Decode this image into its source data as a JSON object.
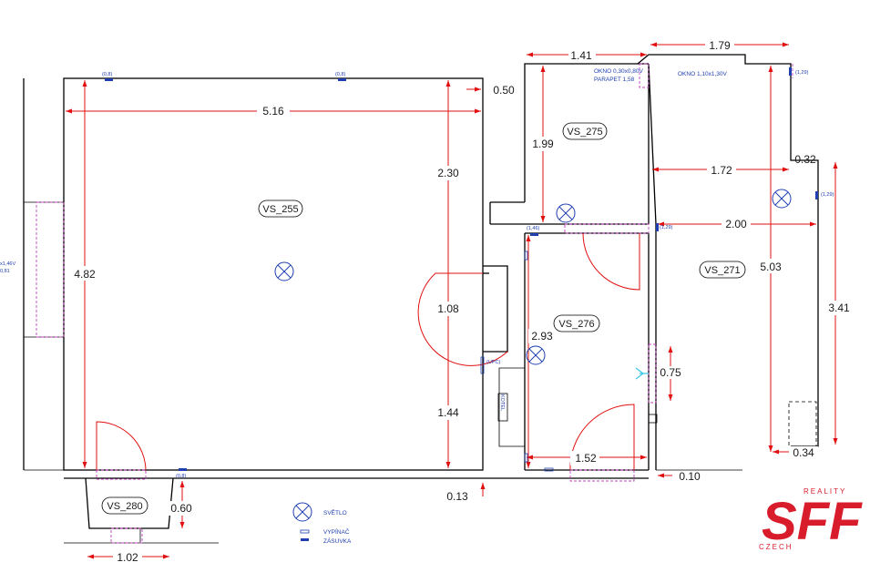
{
  "rooms": {
    "r255": "VS_255",
    "r275": "VS_275",
    "r276": "VS_276",
    "r271": "VS_271",
    "r280": "VS_280"
  },
  "dimensions": {
    "d516": "5.16",
    "d482": "4.82",
    "d230": "2.30",
    "d108": "1.08",
    "d144": "1.44",
    "d050": "0.50",
    "d141": "1.41",
    "d179": "1.79",
    "d199": "1.99",
    "d172": "1.72",
    "d032": "0.32",
    "d200": "2.00",
    "d503": "5.03",
    "d341": "3.41",
    "d293": "2.93",
    "d075": "0.75",
    "d152": "1.52",
    "d010": "0.10",
    "d034": "0.34",
    "d013": "0.13",
    "d060": "0.60",
    "d102": "1.02"
  },
  "notes": {
    "okno1": "OKNO  0,30x0,80V",
    "parapet": "PARAPET 1,58",
    "okno2": "OKNO 1,10x1,30V",
    "sw1": "(0,8)",
    "sw2": "(0,8)",
    "sw3": "(0,8)",
    "sw146": "(1,46)",
    "sw129a": "(1,29)",
    "sw129b": "(1,29)",
    "sw129c": "(1,29)",
    "upc": "(UPC)",
    "leftA": "x1,46V",
    "leftB": "0,81",
    "kotel": "KOTEL"
  },
  "legend": {
    "light": "SVĚTLO",
    "switch": "VYPÍNAČ",
    "socket": "ZÁSUVKA"
  },
  "logo": {
    "top": "REALITY",
    "main": "SFF",
    "bottom": "CZECH"
  },
  "colors": {
    "dimension": "#e01010",
    "wall": "#000000",
    "electrical": "#1f3fb0",
    "opening": "#c040c0",
    "logo": "#d81c2b"
  }
}
